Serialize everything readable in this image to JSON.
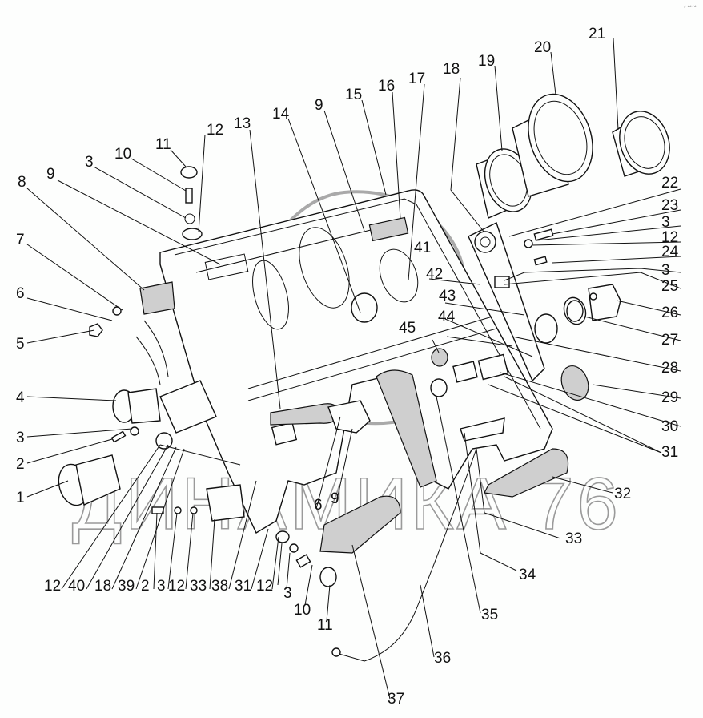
{
  "figure": {
    "type": "exploded parts diagram",
    "subject": "instrument panel assembly",
    "watermark": "ДИНАМИКА 76",
    "corner_mark": "⸗ ∾∾"
  },
  "callouts": {
    "c1": "1",
    "c2": "2",
    "c3": "3",
    "c4": "4",
    "c5": "5",
    "c6": "6",
    "c7": "7",
    "c8": "8",
    "c9a": "9",
    "c10a": "10",
    "c11a": "11",
    "c12a": "12",
    "c13": "13",
    "c14": "14",
    "c9b": "9",
    "c15": "15",
    "c16": "16",
    "c17": "17",
    "c18": "18",
    "c19": "19",
    "c20": "20",
    "c21": "21",
    "c22": "22",
    "c23": "23",
    "c3b": "3",
    "c12b": "12",
    "c24": "24",
    "c3c": "3",
    "c25": "25",
    "c26": "26",
    "c27": "27",
    "c28": "28",
    "c29": "29",
    "c30": "30",
    "c31": "31",
    "c32": "32",
    "c33": "33",
    "c34": "34",
    "c35": "35",
    "c36": "36",
    "c37": "37",
    "c41": "41",
    "c42": "42",
    "c43": "43",
    "c44": "44",
    "c45": "45",
    "c6b": "6",
    "c9c": "9",
    "c3d": "3",
    "c10b": "10",
    "c11b": "11",
    "bottom_row": [
      "12",
      "40",
      "18",
      "39",
      "2",
      "3",
      "12",
      "33",
      "38",
      "31",
      "12"
    ]
  },
  "colors": {
    "ink": "#111111",
    "paper": "#fdfefd",
    "watermark": "#9a9a9a"
  }
}
